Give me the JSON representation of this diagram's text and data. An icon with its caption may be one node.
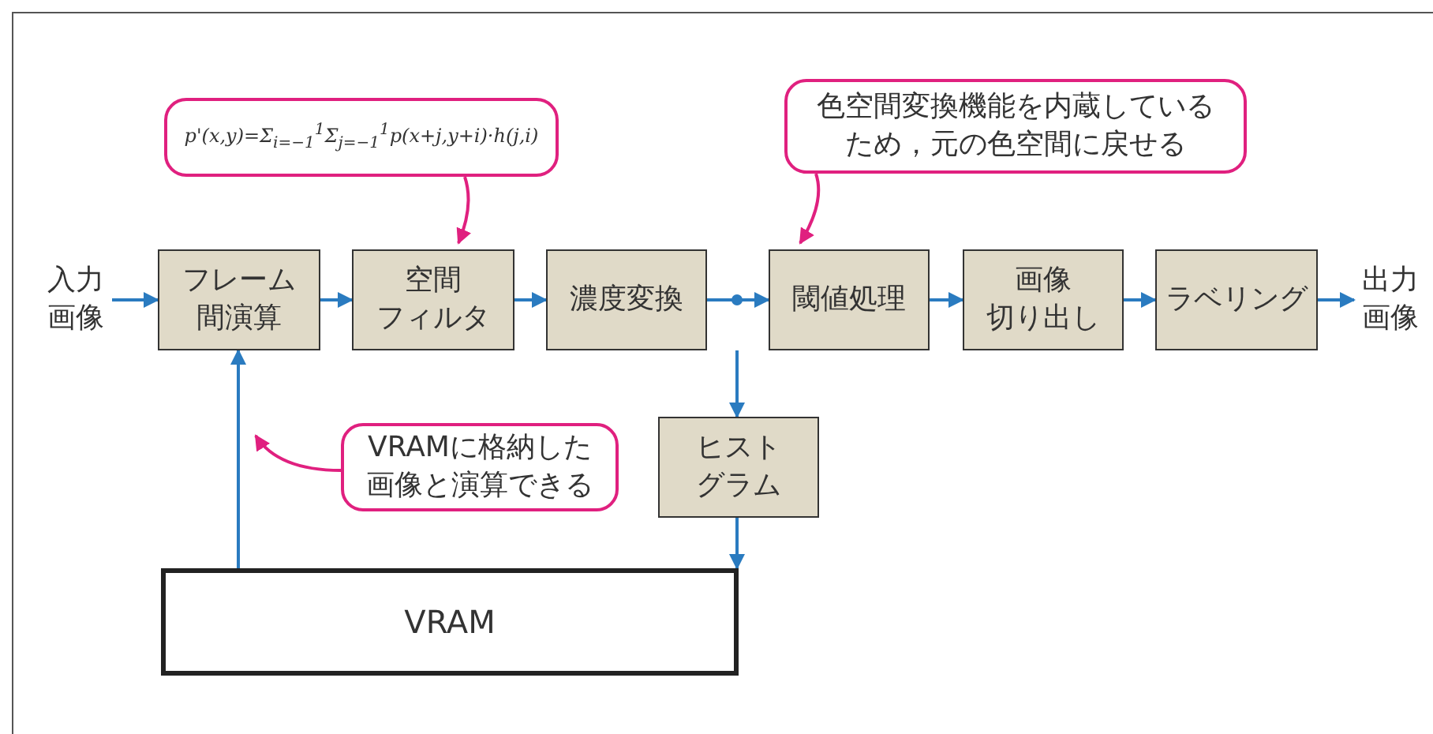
{
  "diagram": {
    "nodes": [
      {
        "text": [
          "入力画像"
        ]
      },
      {
        "text": [
          "フレーム間演算"
        ]
      },
      {
        "text": [
          "空間フィルタ"
        ]
      },
      {
        "text": [
          "濃度変換"
        ]
      },
      {
        "text": [
          "閾値処理"
        ]
      },
      {
        "text": [
          "画像切り出し"
        ]
      },
      {
        "text": [
          "ラベリング"
        ]
      },
      {
        "text": [
          "出力画像"
        ]
      },
      {
        "text": [
          "ヒストグラム"
        ]
      },
      {
        "text": [
          "VRAM"
        ]
      },
      {
        "text": [
          "p'(x,y)=Σ$_{i=−1}$$^{1}$Σ$_{j=−1}$$^{1}$p(x+j,y+i)·h(j,i)"
        ]
      },
      {
        "text": [
          "色空間変換機能を内蔵しているため，元の色空間に戻せる"
        ]
      },
      {
        "text": [
          "VRAMに格納した画像と演算できる"
        ]
      }
    ],
    "edges": [
      {
        "from": 0,
        "to": 1,
        "arrow": "to"
      },
      {
        "from": 1,
        "to": 2,
        "arrow": "to"
      },
      {
        "from": 2,
        "to": 3,
        "arrow": "to"
      },
      {
        "from": 3,
        "to": 4,
        "arrow": "to"
      },
      {
        "from": 4,
        "to": 5,
        "arrow": "to"
      },
      {
        "from": 5,
        "to": 6,
        "arrow": "to"
      },
      {
        "from": 6,
        "to": 7,
        "arrow": "to"
      },
      {
        "from": 3,
        "to": 8,
        "arrow": "to"
      },
      {
        "from": 8,
        "to": 9,
        "arrow": "to"
      },
      {
        "from": 9,
        "to": 1,
        "arrow": "to"
      },
      {
        "from": 10,
        "to": 2,
        "arrow": "to",
        "color": "#e0207f"
      },
      {
        "from": 11,
        "to": 4,
        "arrow": "to",
        "color": "#e0207f"
      },
      {
        "from": 12,
        "to": null,
        "arrow": "to",
        "color": "#e0207f"
      }
    ]
  }
}
